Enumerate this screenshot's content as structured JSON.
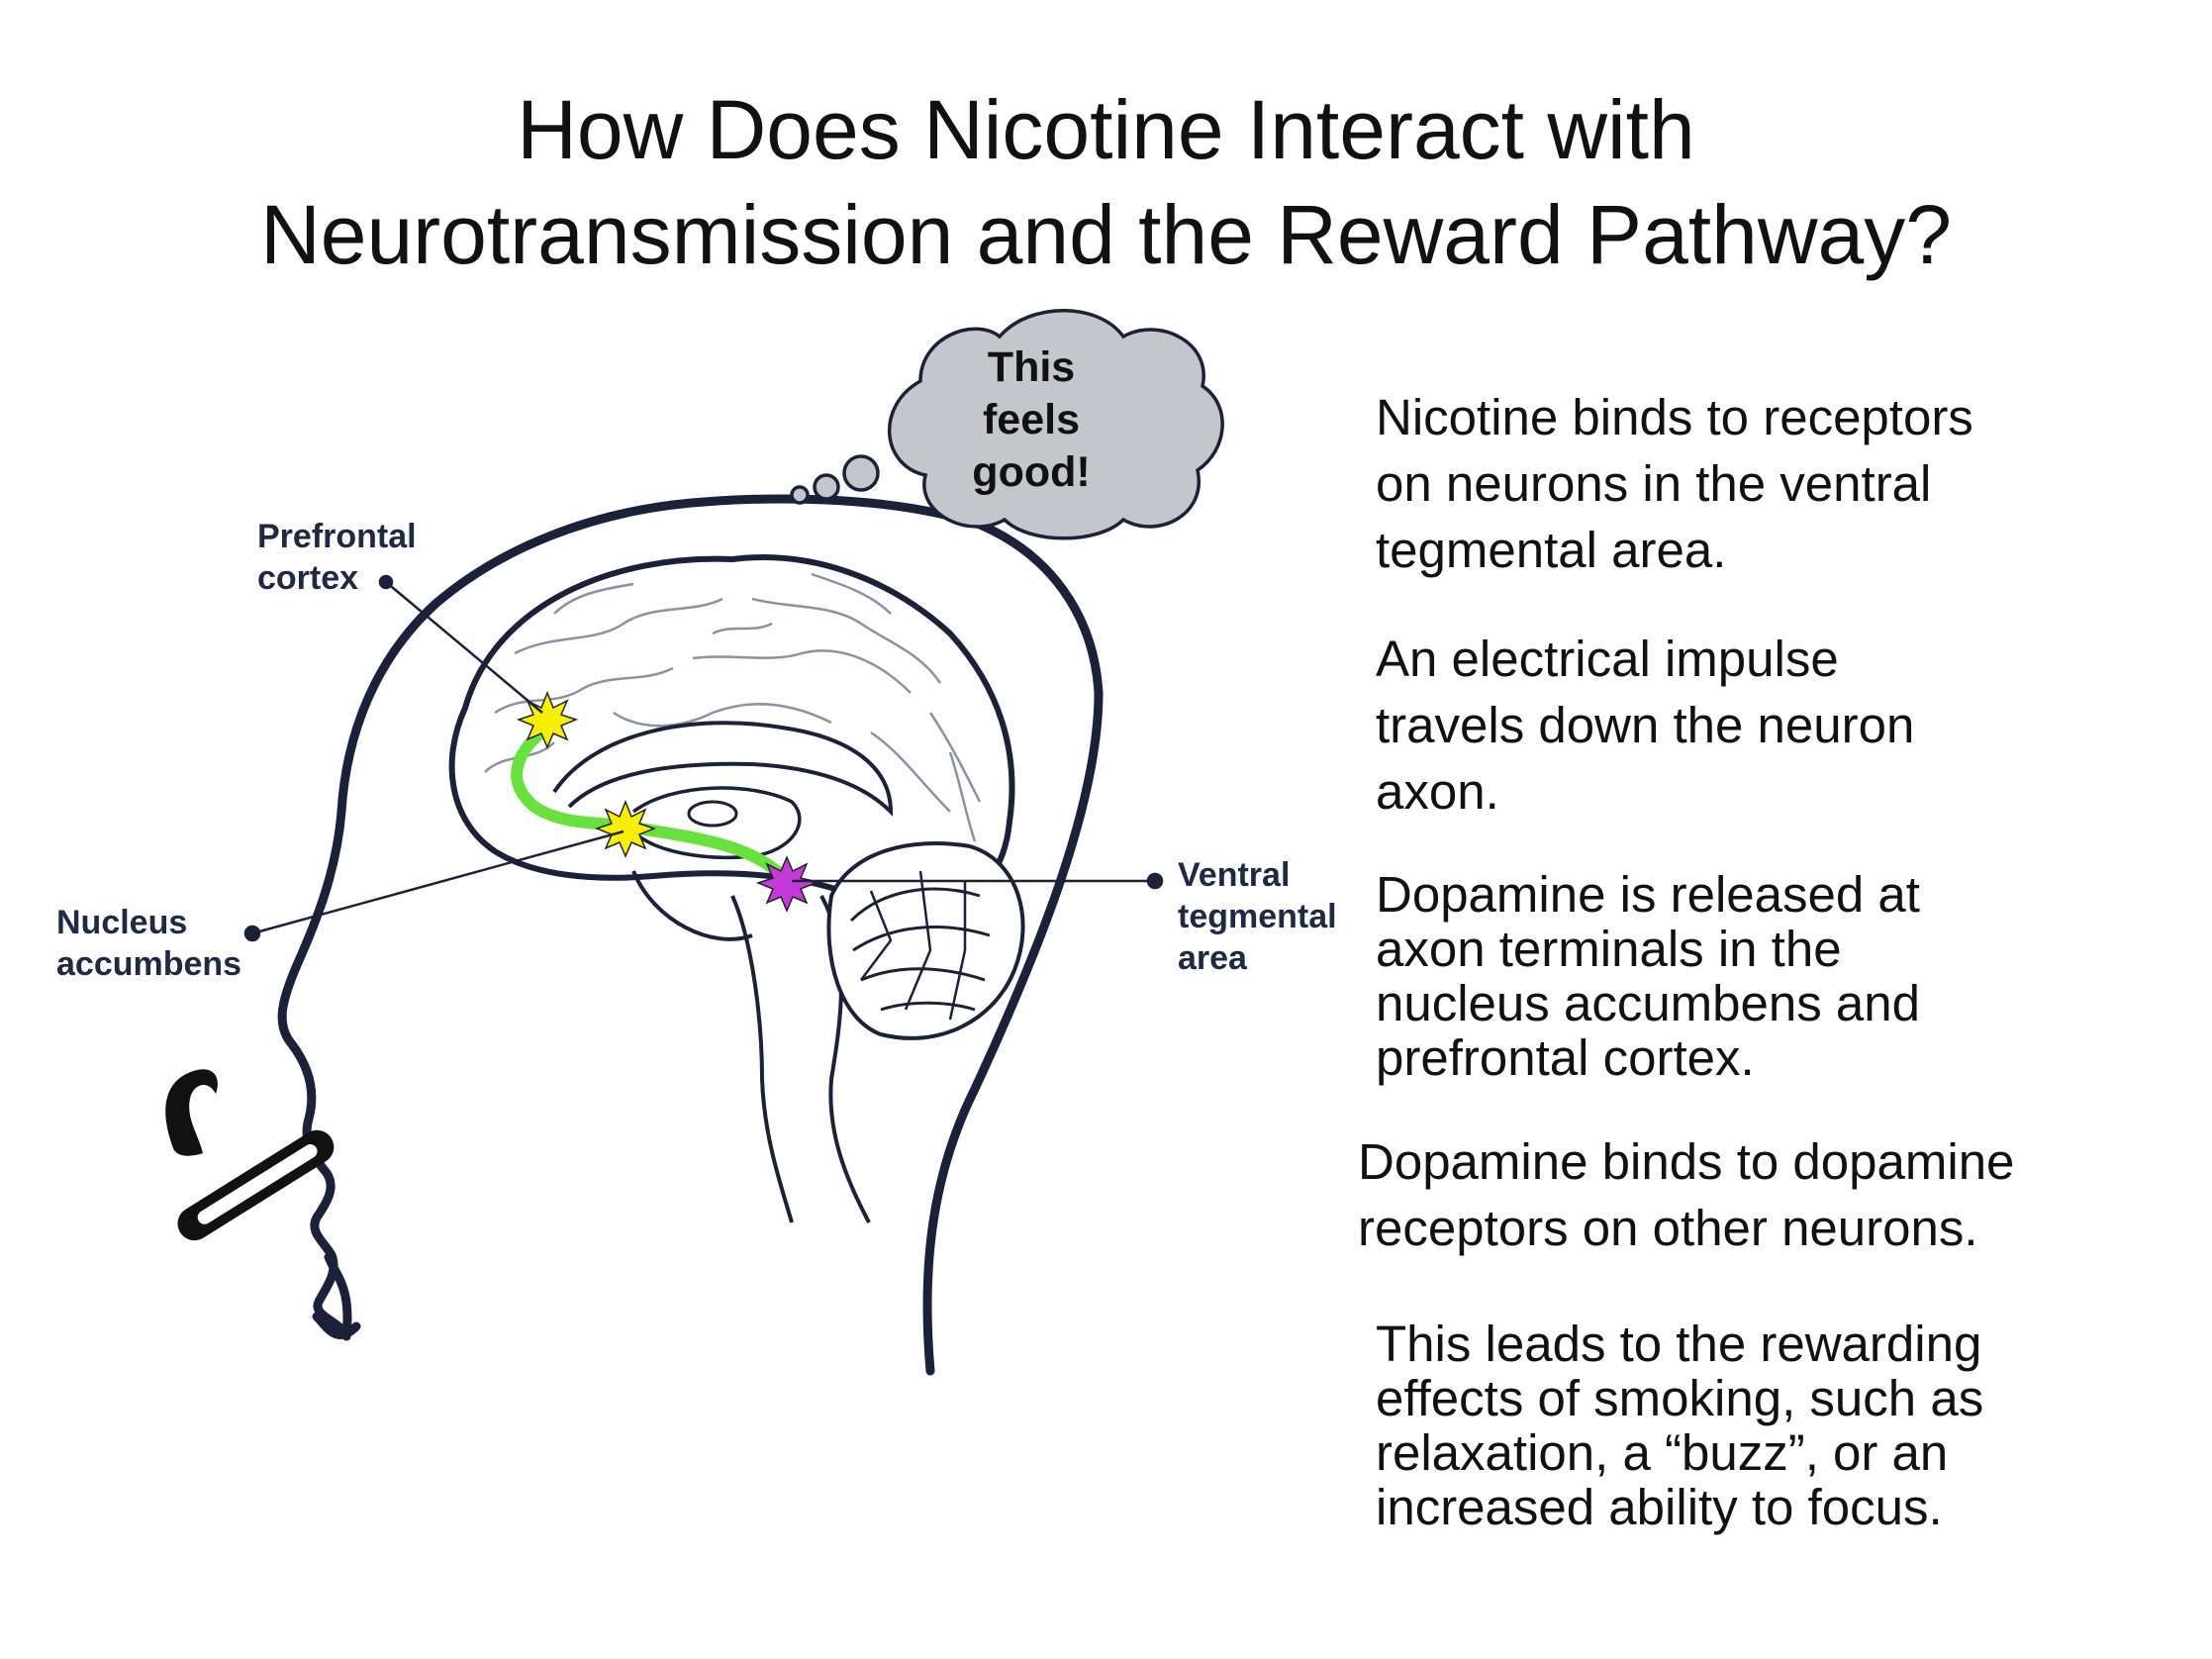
{
  "title": {
    "line1": "How Does Nicotine Interact with",
    "line2": "Neurotransmission and the Reward Pathway?"
  },
  "thought_bubble": {
    "line1": "This",
    "line2": "feels",
    "line3": "good!"
  },
  "labels": {
    "prefrontal_1": "Prefrontal",
    "prefrontal_2": "cortex",
    "nucleus_1": "Nucleus",
    "nucleus_2": "accumbens",
    "vta_1": "Ventral",
    "vta_2": "tegmental",
    "vta_3": "area"
  },
  "steps": [
    {
      "lines": [
        "Nicotine binds to receptors",
        "on neurons in the ventral",
        "tegmental area."
      ]
    },
    {
      "lines": [
        "An electrical impulse",
        "travels down the neuron",
        "axon."
      ]
    },
    {
      "lines": [
        "Dopamine is released at",
        "axon terminals in the",
        "nucleus accumbens and",
        "prefrontal cortex."
      ]
    },
    {
      "lines": [
        "Dopamine binds to dopamine",
        "receptors on other neurons."
      ]
    },
    {
      "lines": [
        "This leads to the rewarding",
        "effects of smoking, such as",
        "relaxation, a “buzz”, or an",
        "increased ability to focus."
      ]
    }
  ],
  "colors": {
    "pathway": "#66e23a",
    "burst_yellow": "#f5f000",
    "burst_magenta": "#c43ad8",
    "cloud_fill": "#c3c7cb",
    "outline": "#1a2138"
  },
  "icons": [
    "cigarette-icon",
    "smoke-icon",
    "thought-cloud-icon",
    "head-profile-icon",
    "brain-icon"
  ]
}
